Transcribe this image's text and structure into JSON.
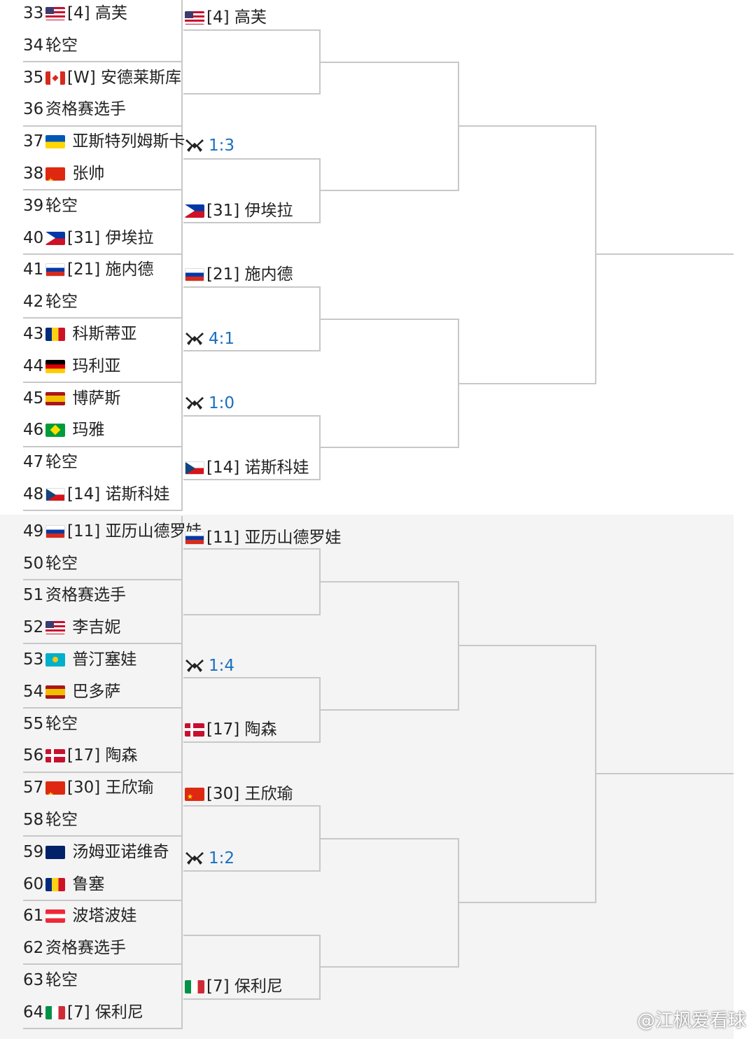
{
  "entries": [
    {
      "num": "33",
      "flag": "us",
      "seed": "[4]",
      "name": "高芙"
    },
    {
      "num": "34",
      "flag": "",
      "seed": "",
      "name": "轮空"
    },
    {
      "num": "35",
      "flag": "ca",
      "seed": "[W]",
      "name": "安德莱斯库"
    },
    {
      "num": "36",
      "flag": "",
      "seed": "",
      "name": "资格赛选手"
    },
    {
      "num": "37",
      "flag": "ua",
      "seed": "",
      "name": "亚斯特列姆斯卡"
    },
    {
      "num": "38",
      "flag": "cn",
      "seed": "",
      "name": "张帅"
    },
    {
      "num": "39",
      "flag": "",
      "seed": "",
      "name": "轮空"
    },
    {
      "num": "40",
      "flag": "ph",
      "seed": "[31]",
      "name": "伊埃拉"
    },
    {
      "num": "41",
      "flag": "ru",
      "seed": "[21]",
      "name": "施内德"
    },
    {
      "num": "42",
      "flag": "",
      "seed": "",
      "name": "轮空"
    },
    {
      "num": "43",
      "flag": "ro",
      "seed": "",
      "name": "科斯蒂亚"
    },
    {
      "num": "44",
      "flag": "de",
      "seed": "",
      "name": "玛利亚"
    },
    {
      "num": "45",
      "flag": "es",
      "seed": "",
      "name": "博萨斯"
    },
    {
      "num": "46",
      "flag": "br",
      "seed": "",
      "name": "玛雅"
    },
    {
      "num": "47",
      "flag": "",
      "seed": "",
      "name": "轮空"
    },
    {
      "num": "48",
      "flag": "cz",
      "seed": "[14]",
      "name": "诺斯科娃"
    },
    {
      "num": "49",
      "flag": "ru",
      "seed": "[11]",
      "name": "亚历山德罗娃"
    },
    {
      "num": "50",
      "flag": "",
      "seed": "",
      "name": "轮空"
    },
    {
      "num": "51",
      "flag": "",
      "seed": "",
      "name": "资格赛选手"
    },
    {
      "num": "52",
      "flag": "us",
      "seed": "",
      "name": "李吉妮"
    },
    {
      "num": "53",
      "flag": "kz",
      "seed": "",
      "name": "普汀塞娃"
    },
    {
      "num": "54",
      "flag": "es",
      "seed": "",
      "name": "巴多萨"
    },
    {
      "num": "55",
      "flag": "",
      "seed": "",
      "name": "轮空"
    },
    {
      "num": "56",
      "flag": "dk",
      "seed": "[17]",
      "name": "陶森"
    },
    {
      "num": "57",
      "flag": "cn",
      "seed": "[30]",
      "name": "王欣瑜"
    },
    {
      "num": "58",
      "flag": "",
      "seed": "",
      "name": "轮空"
    },
    {
      "num": "59",
      "flag": "au",
      "seed": "",
      "name": "汤姆亚诺维奇"
    },
    {
      "num": "60",
      "flag": "ro",
      "seed": "",
      "name": "鲁塞"
    },
    {
      "num": "61",
      "flag": "at",
      "seed": "",
      "name": "波塔波娃"
    },
    {
      "num": "62",
      "flag": "",
      "seed": "",
      "name": "资格赛选手"
    },
    {
      "num": "63",
      "flag": "",
      "seed": "",
      "name": "轮空"
    },
    {
      "num": "64",
      "flag": "it",
      "seed": "[7]",
      "name": "保利尼"
    }
  ],
  "round2": [
    {
      "type": "player",
      "flag": "us",
      "text": "[4] 高芙"
    },
    {
      "type": "score",
      "text": "1:3",
      "icon": "crossed-rackets-icon"
    },
    {
      "type": "player",
      "flag": "ph",
      "text": "[31] 伊埃拉"
    },
    {
      "type": "player",
      "flag": "ru",
      "text": "[21] 施内德"
    },
    {
      "type": "score",
      "text": "4:1",
      "icon": "crossed-rackets-icon"
    },
    {
      "type": "score",
      "text": "1:0",
      "icon": "crossed-rackets-icon"
    },
    {
      "type": "player",
      "flag": "cz",
      "text": "[14] 诺斯科娃"
    },
    {
      "type": "player",
      "flag": "ru",
      "text": "[11] 亚历山德罗娃"
    },
    {
      "type": "score",
      "text": "1:4",
      "icon": "crossed-rackets-icon"
    },
    {
      "type": "player",
      "flag": "dk",
      "text": "[17] 陶森"
    },
    {
      "type": "player",
      "flag": "cn",
      "text": "[30] 王欣瑜"
    },
    {
      "type": "score",
      "text": "1:2",
      "icon": "crossed-rackets-icon"
    },
    {
      "type": "player",
      "flag": "it",
      "text": "[7] 保利尼"
    }
  ],
  "watermark": "@江枫爱看球",
  "colors": {
    "score": "#1a6fc0",
    "lines": "#c8c8c8",
    "bottom_bg": "#f4f4f4"
  }
}
